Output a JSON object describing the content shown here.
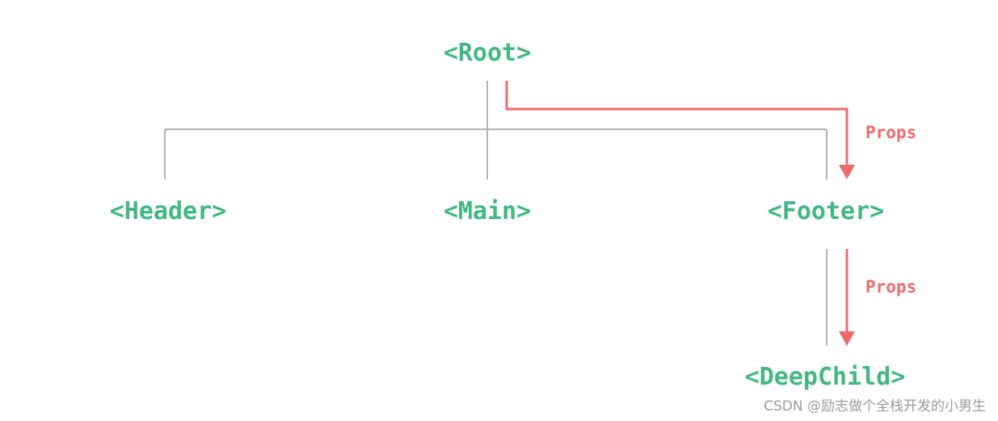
{
  "colors": {
    "node": "#42b883",
    "tree_line": "#b3b3b3",
    "props": "#ee6b6b",
    "watermark": "#9a9a9a"
  },
  "nodes": {
    "root": "<Root>",
    "header": "<Header>",
    "main": "<Main>",
    "footer": "<Footer>",
    "deep_child": "<DeepChild>"
  },
  "props_labels": {
    "root_to_footer": "Props",
    "footer_to_deep_child": "Props"
  },
  "watermark": "CSDN @励志做个全栈开发的小男生"
}
